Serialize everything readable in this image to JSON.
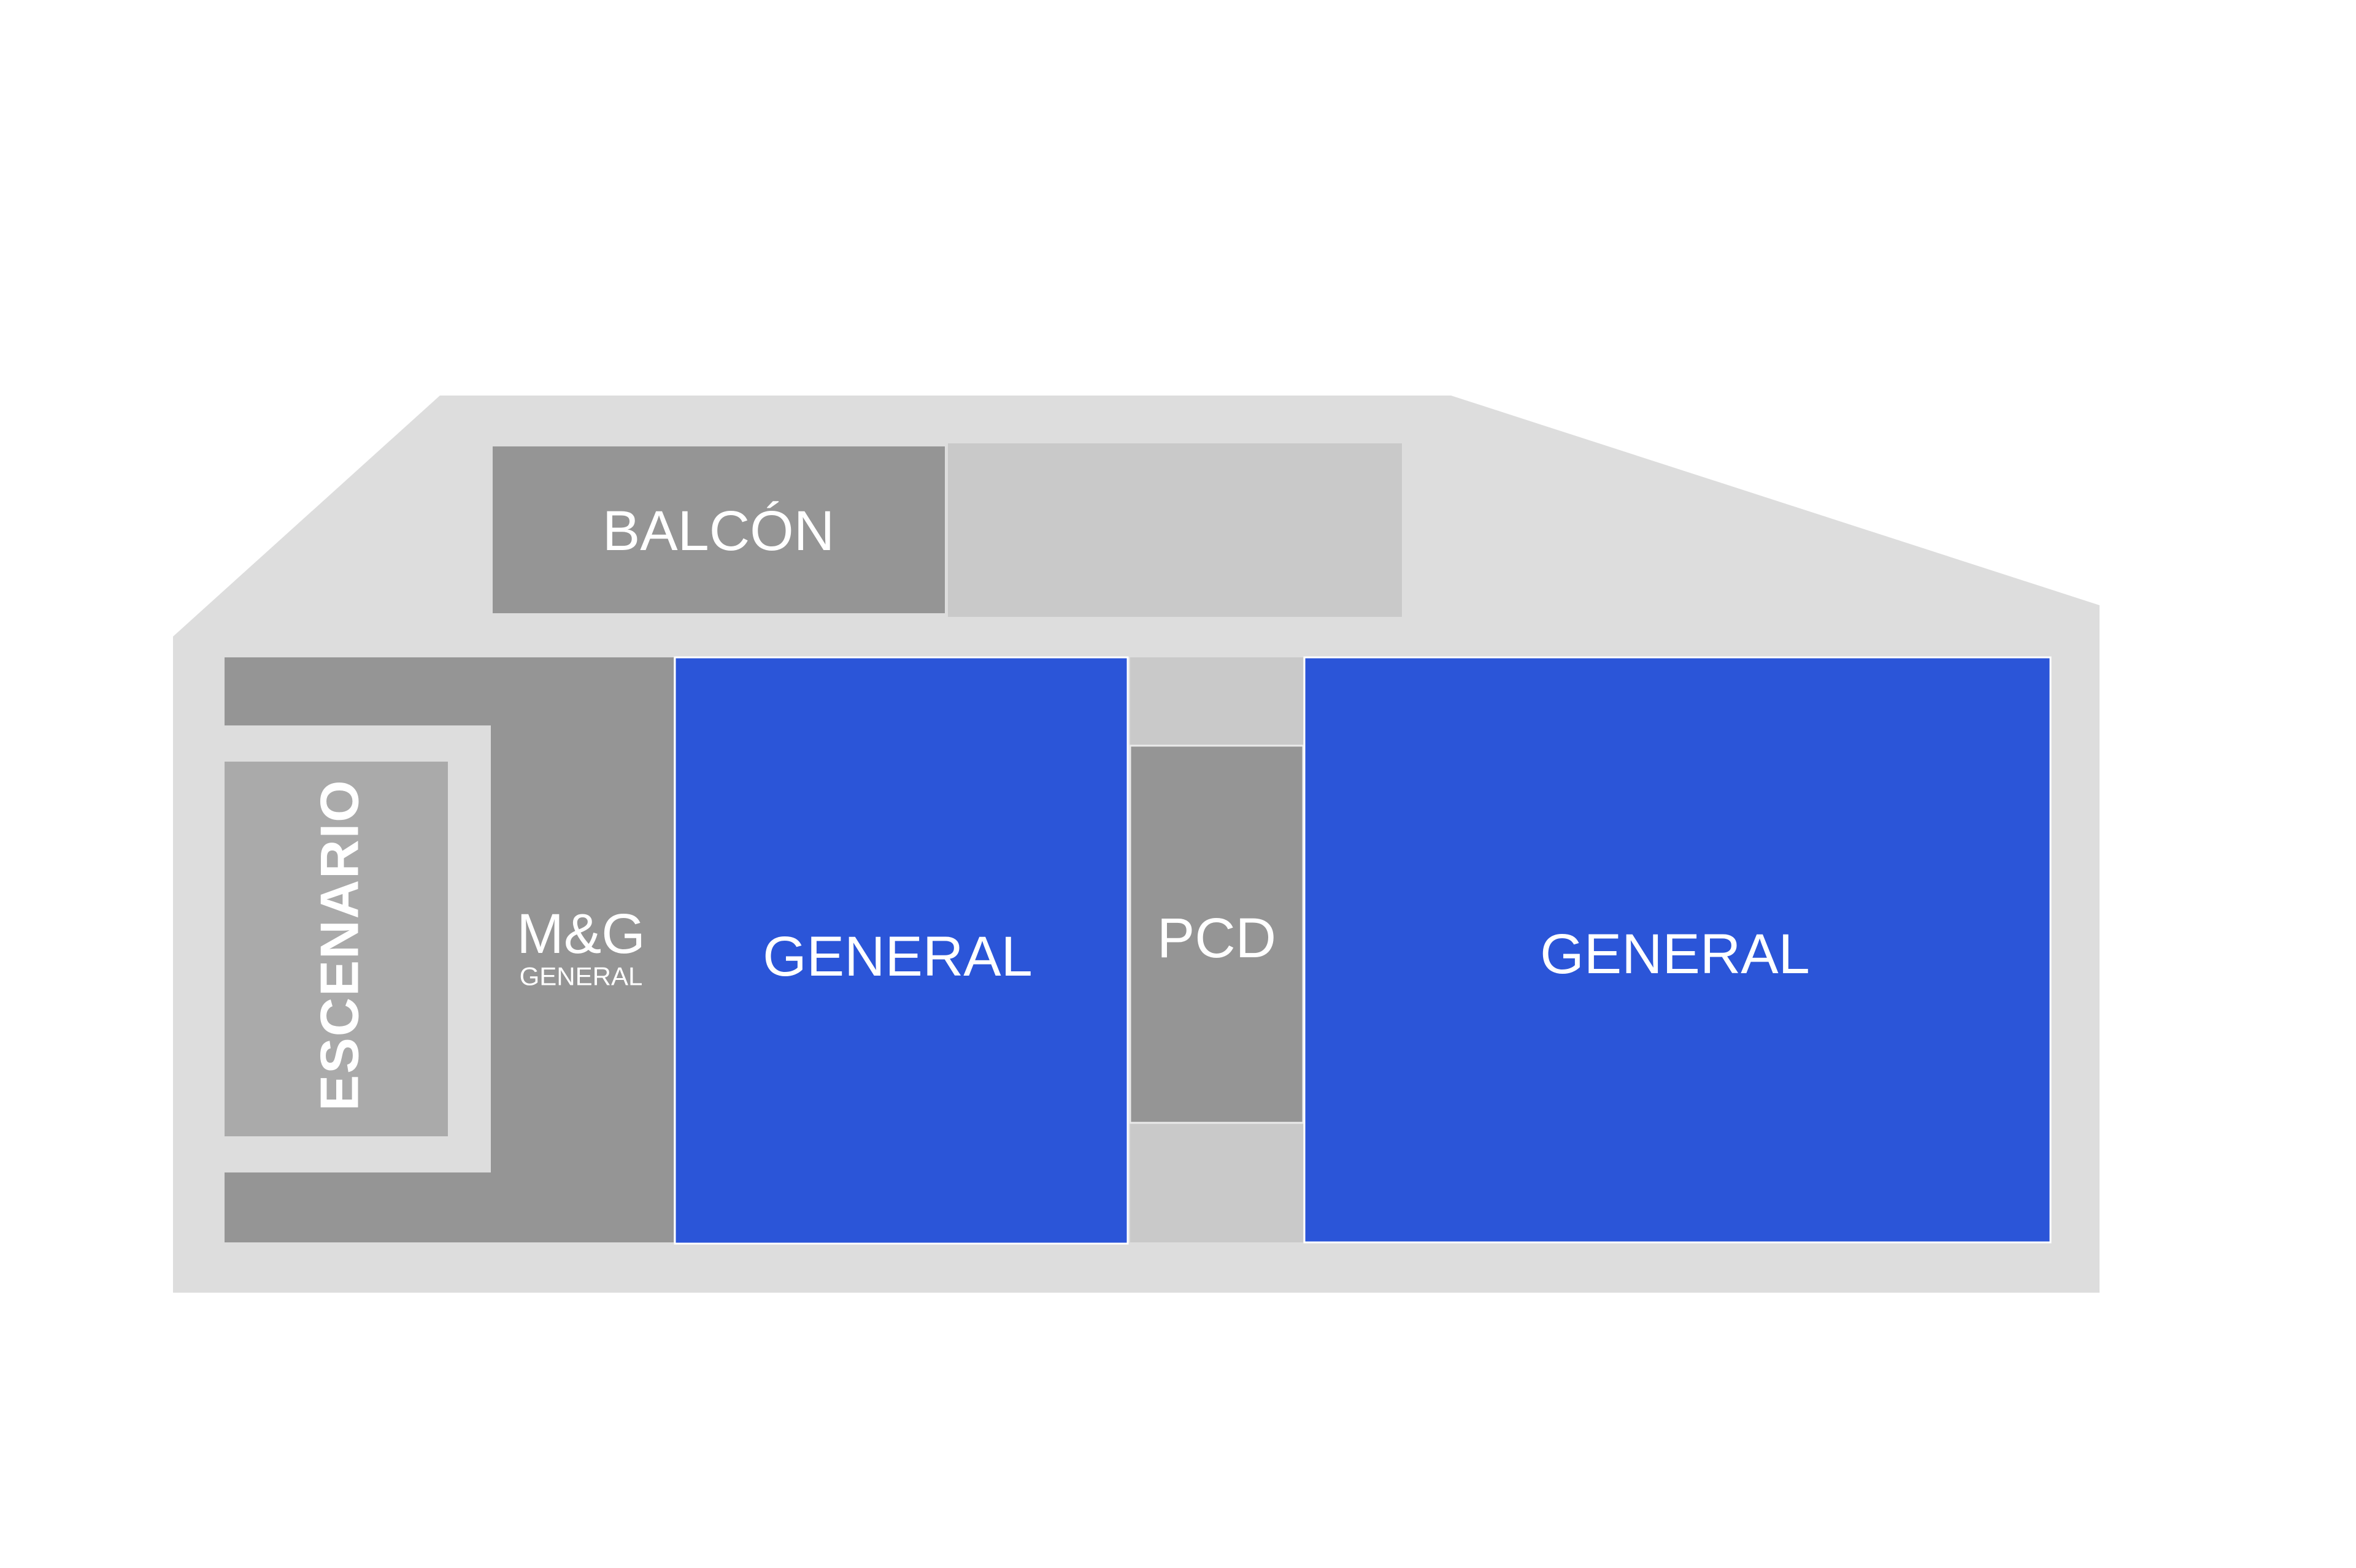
{
  "map": {
    "sections": {
      "balcon": {
        "label": "BALCÓN"
      },
      "escenario": {
        "label": "ESCENARIO"
      },
      "mg": {
        "label": "M&G",
        "sublabel": "GENERAL"
      },
      "general_left": {
        "label": "GENERAL"
      },
      "pcd": {
        "label": "PCD"
      },
      "general_right": {
        "label": "GENERAL"
      }
    },
    "colors": {
      "general": "#2b55d8",
      "zone_dark": "#959595",
      "zone_light": "#c9c9c9",
      "stage": "#aaaaaa",
      "venue_background": "#dddddd"
    }
  }
}
